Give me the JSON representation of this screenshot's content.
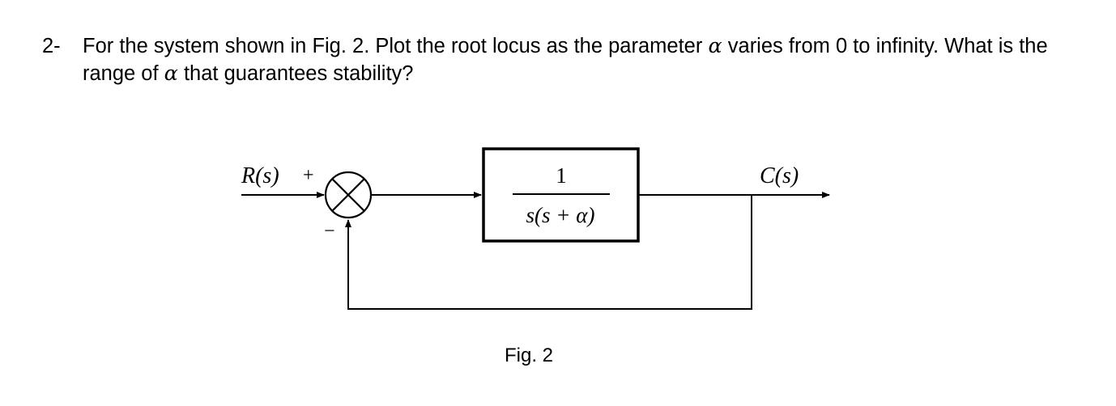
{
  "question": {
    "number": "2-",
    "text_a": "For the system shown in Fig. 2. Plot the root locus as the parameter ",
    "alpha": "α",
    "text_b": " varies from 0 to infinity. What is the range of ",
    "text_c": " that guarantees stability?"
  },
  "diagram": {
    "input_label": "R(s)",
    "plus_sign": "+",
    "minus_sign": "−",
    "output_label": "C(s)",
    "tf_numerator": "1",
    "tf_denominator": "s(s + α)"
  },
  "caption": "Fig. 2"
}
